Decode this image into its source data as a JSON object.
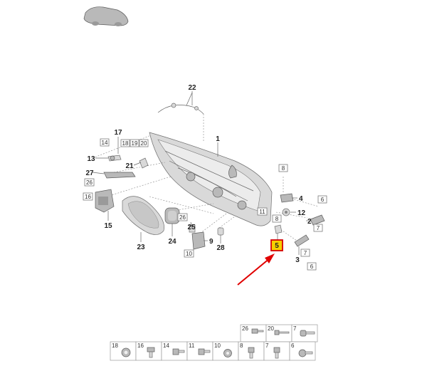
{
  "diagram": {
    "callouts": [
      "22",
      "1",
      "17",
      "13",
      "21",
      "27",
      "15",
      "23",
      "24",
      "25",
      "9",
      "28",
      "4",
      "12",
      "2",
      "3",
      "5"
    ],
    "boxed_labels": [
      "14",
      "18",
      "19",
      "20",
      "26",
      "16",
      "26",
      "10",
      "8",
      "11",
      "8",
      "6",
      "7",
      "7",
      "6"
    ],
    "highlight": {
      "label": "5",
      "color": "#f5d000",
      "border": "#d40000"
    },
    "arrow_color": "#e00000",
    "legend_top": [
      "26",
      "20",
      "7"
    ],
    "legend_bottom": [
      "18",
      "16",
      "14",
      "11",
      "10",
      "8",
      "7",
      "6"
    ]
  }
}
